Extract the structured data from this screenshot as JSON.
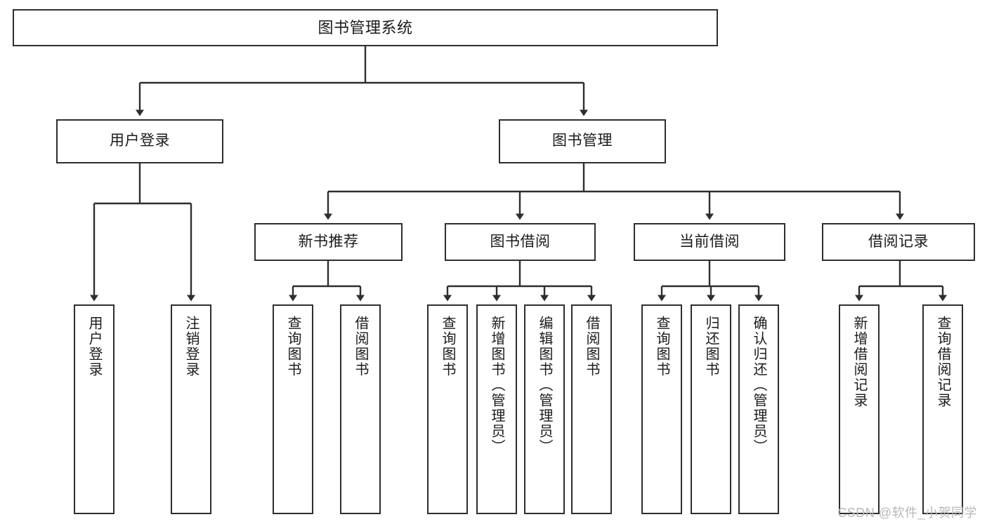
{
  "diagram": {
    "title": "图书管理系统",
    "watermark": "CSDN @软件_小贺同学",
    "stroke_color": "#2e2e2e",
    "background_color": "#ffffff",
    "text_color": "#1b1b1b",
    "watermark_color": "#b8b8b8",
    "type": "tree-hierarchy",
    "levels": 4,
    "root": {
      "label": "图书管理系统"
    },
    "level2": [
      {
        "label": "用户登录"
      },
      {
        "label": "图书管理"
      }
    ],
    "level3": [
      {
        "label": "新书推荐"
      },
      {
        "label": "图书借阅"
      },
      {
        "label": "当前借阅"
      },
      {
        "label": "借阅记录"
      }
    ],
    "leaves": {
      "user_login": [
        {
          "label": "用户登录"
        },
        {
          "label": "注销登录"
        }
      ],
      "new_book_recommend": [
        {
          "label": "查询图书"
        },
        {
          "label": "借阅图书"
        }
      ],
      "book_borrow": [
        {
          "label": "查询图书"
        },
        {
          "label": "新增图书（管理员）"
        },
        {
          "label": "编辑图书（管理员）"
        },
        {
          "label": "借阅图书"
        }
      ],
      "current_borrow": [
        {
          "label": "查询图书"
        },
        {
          "label": "归还图书"
        },
        {
          "label": "确认归还（管理员）"
        }
      ],
      "borrow_record": [
        {
          "label": "新增借阅记录"
        },
        {
          "label": "查询借阅记录"
        }
      ]
    }
  }
}
